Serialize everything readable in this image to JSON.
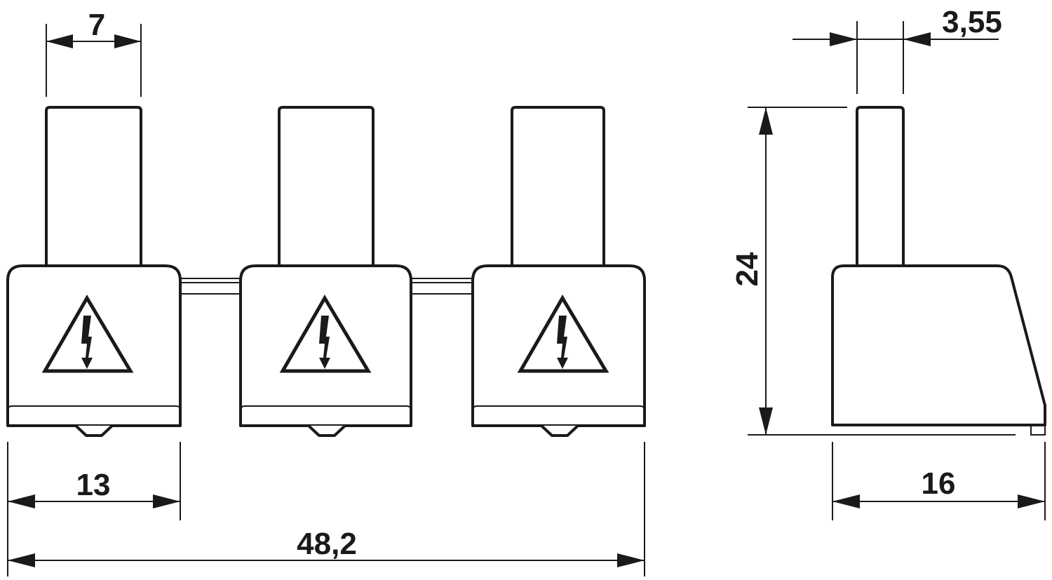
{
  "drawing": {
    "front_view": {
      "dimensions": {
        "pin_width": "7",
        "module_width": "13",
        "total_width": "48,2"
      },
      "module_count": 3,
      "warning_symbol": "high-voltage-warning-icon"
    },
    "side_view": {
      "dimensions": {
        "pin_thickness": "3,55",
        "height": "24",
        "depth": "16"
      }
    },
    "line_color": "#1a1a1a",
    "background_color": "#ffffff"
  }
}
